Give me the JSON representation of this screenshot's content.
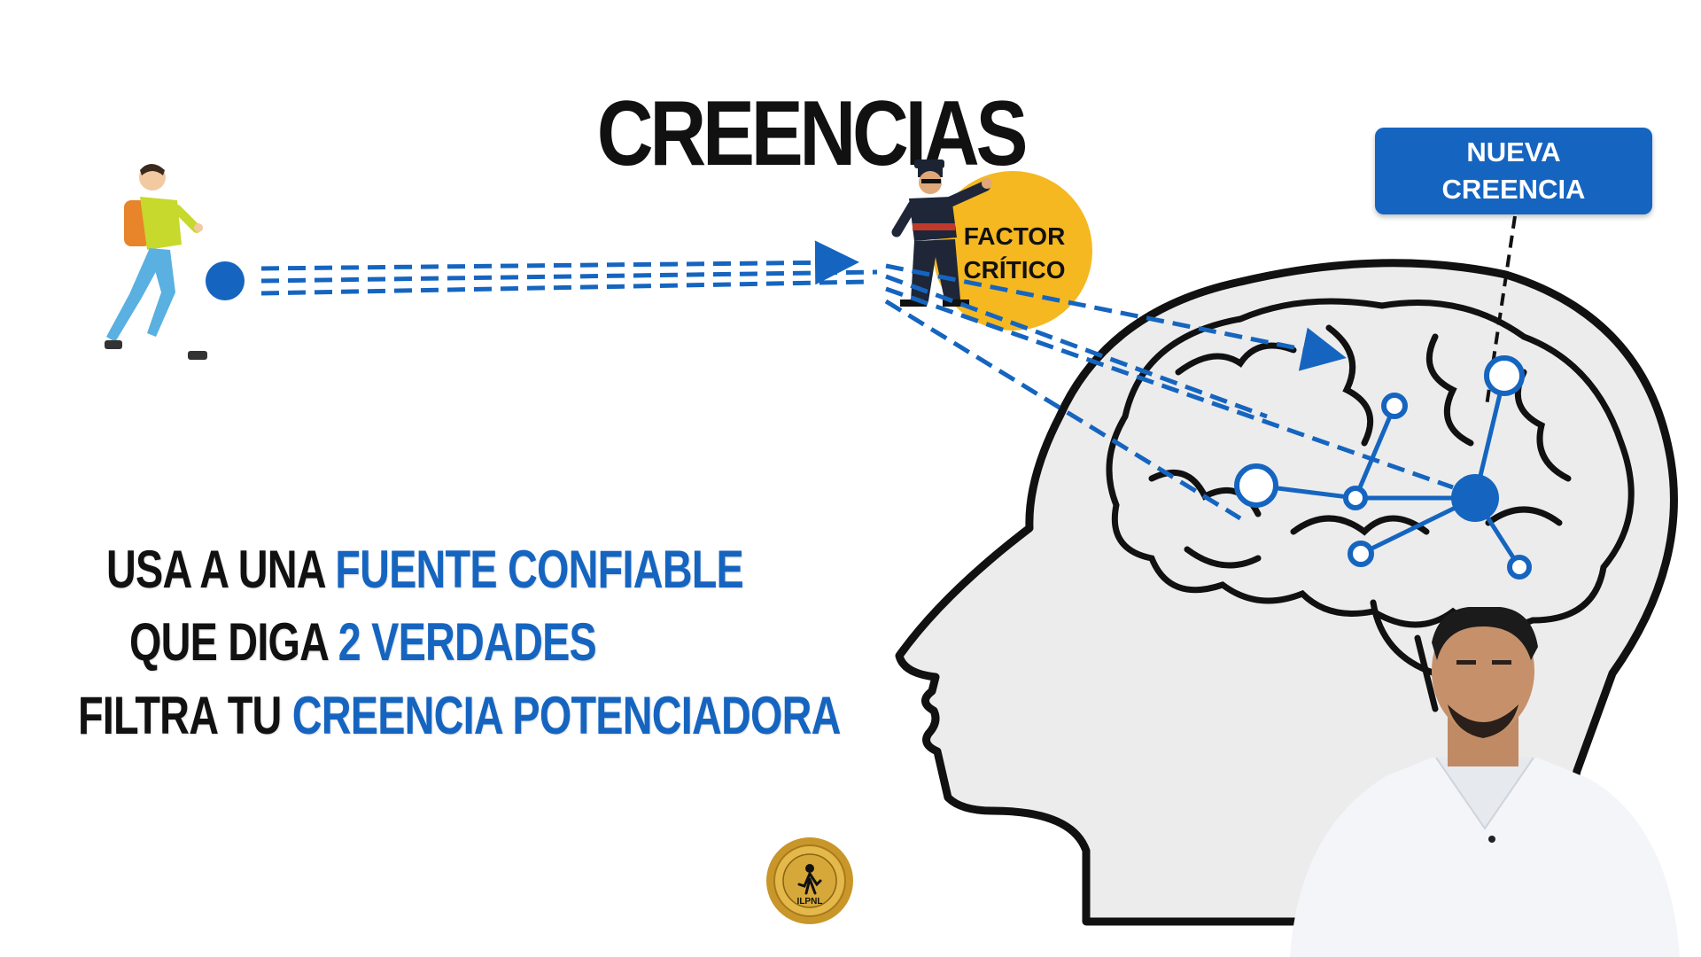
{
  "slide": {
    "title": "CREENCIAS",
    "new_belief_label_line1": "NUEVA",
    "new_belief_label_line2": "CREENCIA",
    "factor_line1": "FACTOR",
    "factor_line2": "CRÍTICO"
  },
  "instructions": [
    {
      "plain": "USA A UNA ",
      "highlight": "FUENTE CONFIABLE"
    },
    {
      "plain": "QUE DIGA ",
      "highlight": "2 VERDADES"
    },
    {
      "plain": "FILTRA TU ",
      "highlight": "CREENCIA POTENCIADORA"
    }
  ],
  "logo": {
    "text": "ILPNL"
  },
  "colors": {
    "accent": "#1565c0",
    "factor_circle": "#f5b821",
    "text": "#111111"
  },
  "icons": [
    "walking-person-icon",
    "police-officer-icon",
    "brain-head-icon",
    "presenter-video"
  ]
}
